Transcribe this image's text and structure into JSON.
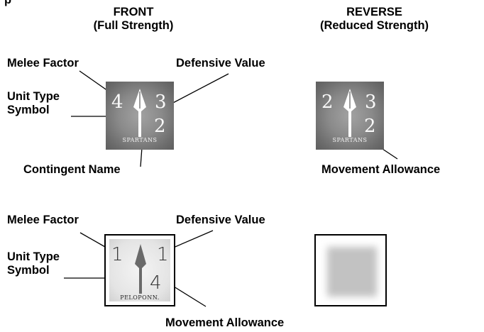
{
  "headers": {
    "front_title": "FRONT",
    "front_subtitle": "(Full Strength)",
    "reverse_title": "REVERSE",
    "reverse_subtitle": "(Reduced Strength)"
  },
  "top_labels": {
    "melee_factor": "Melee Factor",
    "defensive_value": "Defensive Value",
    "unit_type_line1": "Unit Type",
    "unit_type_line2": "Symbol",
    "contingent_name": "Contingent Name",
    "movement_allowance": "Movement Allowance"
  },
  "bottom_labels": {
    "melee_factor": "Melee Factor",
    "defensive_value": "Defensive Value",
    "unit_type_line1": "Unit Type",
    "unit_type_line2": "Symbol",
    "movement_allowance": "Movement Allowance"
  },
  "counters": {
    "spartans_front": {
      "melee": "4",
      "defense": "3",
      "movement": "2",
      "name": "SPARTANS"
    },
    "spartans_reverse": {
      "melee": "2",
      "defense": "3",
      "movement": "2",
      "name": "SPARTANS"
    },
    "peloponn_front": {
      "melee": "1",
      "defense": "1",
      "movement": "4",
      "name": "PELOPONN."
    }
  },
  "colors": {
    "dark_counter": "#8a8a8a",
    "light_counter_border": "#000000"
  },
  "icons": {
    "unit_symbol": "spear-icon"
  }
}
